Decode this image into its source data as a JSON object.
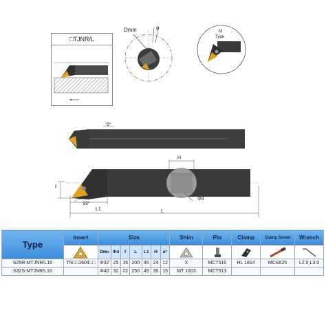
{
  "view_card": {
    "title": "□TJNR/L"
  },
  "labels": {
    "dmin": "Dmin",
    "alpha": "α",
    "m_type": "M",
    "type_word": "Type",
    "six_deg": "6°",
    "h": "H",
    "f": "f",
    "ninety_three": "93°",
    "l1": "L1",
    "l": "L",
    "phi_d": "Φd"
  },
  "table": {
    "headers": {
      "type": "Type",
      "insert": "Insert",
      "size": "Size",
      "shim": "Shim",
      "pin": "Pin",
      "clamp": "Clamp",
      "clamp_screw": "Clamp Screw",
      "wrench": "Wrench"
    },
    "size_cols": {
      "d": "D",
      "d_sub": "Min",
      "phid": "Φd",
      "f": "f",
      "l": "L",
      "l1": "L1",
      "h": "H",
      "alpha": "α°"
    },
    "rows": [
      {
        "type": "S25R-MTJNR/L16",
        "insert": "TN□□1604□□",
        "d": "Φ32",
        "phid": "25",
        "f": "16",
        "l": "200",
        "l1": "45",
        "h": "24",
        "alpha": "12",
        "shim": "X",
        "pin": "MCT510",
        "clamp": "HL 1814",
        "clamp_screw": "MCS625",
        "wrench": "L2.0,L3.0"
      },
      {
        "type": "S32S-MTJNR/L16",
        "insert": "",
        "d": "Φ40",
        "phid": "32",
        "f": "22",
        "l": "250",
        "l1": "45",
        "h": "30",
        "alpha": "15",
        "shim": "MT 1603",
        "pin": "MCT513",
        "clamp": "",
        "clamp_screw": "",
        "wrench": ""
      }
    ]
  }
}
